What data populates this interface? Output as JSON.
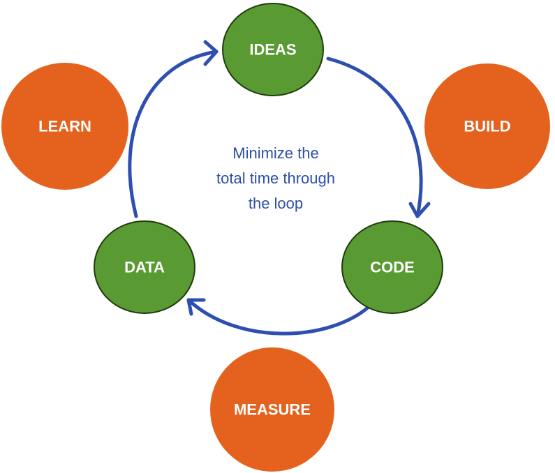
{
  "nodes": {
    "ideas": "IDEAS",
    "code": "CODE",
    "data": "DATA",
    "build": "BUILD",
    "measure": "MEASURE",
    "learn": "LEARN"
  },
  "center_text": {
    "line1": "Minimize the",
    "line2": "total time through",
    "line3": "the loop"
  },
  "colors": {
    "green_fill": "#5a9a32",
    "green_stroke": "#1f3d10",
    "orange_fill": "#e5611e",
    "arrow": "#2e4fb0",
    "center_text": "#2e4fa8"
  }
}
